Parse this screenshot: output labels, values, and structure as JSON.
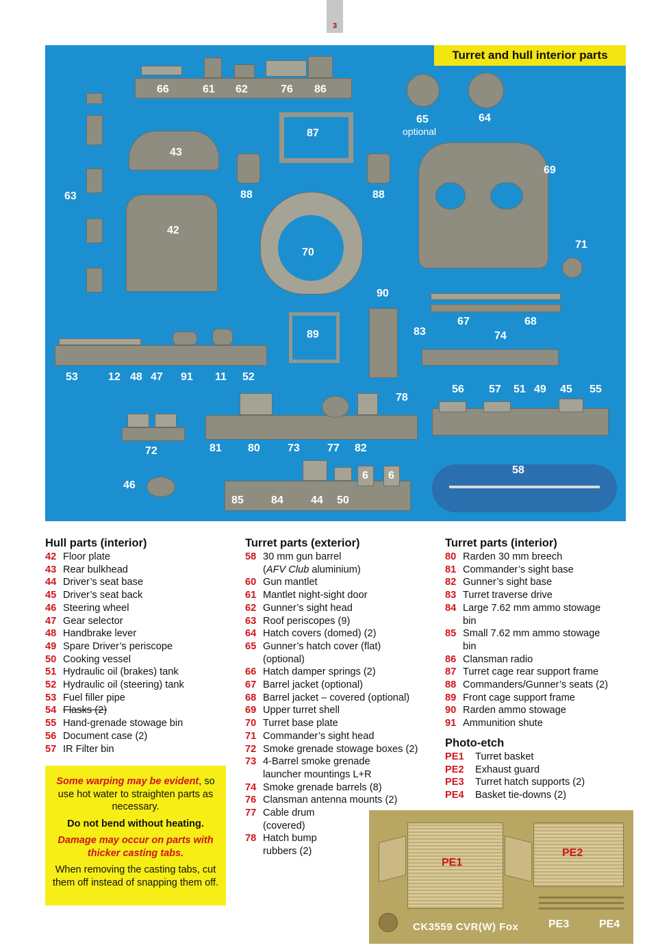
{
  "page_number": "3",
  "photo": {
    "badge": "Turret and hull interior parts",
    "labels": {
      "l66": "66",
      "l61": "61",
      "l62": "62",
      "l76": "76",
      "l86": "86",
      "l65": "65",
      "l65opt": "optional",
      "l64": "64",
      "l43": "43",
      "l87": "87",
      "l69": "69",
      "l63": "63",
      "l88a": "88",
      "l88b": "88",
      "l42": "42",
      "l70": "70",
      "l71": "71",
      "l90": "90",
      "l67": "67",
      "l68": "68",
      "l89": "89",
      "l83": "83",
      "l74": "74",
      "l53": "53",
      "l12": "12",
      "l48": "48",
      "l47": "47",
      "l91": "91",
      "l11": "11",
      "l52": "52",
      "l78": "78",
      "l56": "56",
      "l57": "57",
      "l51": "51",
      "l49": "49",
      "l45": "45",
      "l55": "55",
      "l72": "72",
      "l81": "81",
      "l80": "80",
      "l73": "73",
      "l77": "77",
      "l82": "82",
      "l58": "58",
      "l46": "46",
      "l6a": "6",
      "l6b": "6",
      "l85": "85",
      "l84": "84",
      "l44": "44",
      "l50": "50"
    }
  },
  "hull": {
    "title": "Hull parts (interior)",
    "items": [
      {
        "num": "42",
        "text": "Floor plate"
      },
      {
        "num": "43",
        "text": "Rear bulkhead"
      },
      {
        "num": "44",
        "text": "Driver’s seat base"
      },
      {
        "num": "45",
        "text": "Driver’s seat back"
      },
      {
        "num": "46",
        "text": "Steering wheel"
      },
      {
        "num": "47",
        "text": "Gear selector"
      },
      {
        "num": "48",
        "text": "Handbrake lever"
      },
      {
        "num": "49",
        "text": "Spare Driver’s periscope"
      },
      {
        "num": "50",
        "text": "Cooking vessel"
      },
      {
        "num": "51",
        "text": "Hydraulic oil (brakes) tank"
      },
      {
        "num": "52",
        "text": "Hydraulic oil (steering) tank"
      },
      {
        "num": "53",
        "text": "Fuel filler pipe"
      },
      {
        "num": "54",
        "text": "Flasks (2)"
      },
      {
        "num": "55",
        "text": "Hand-grenade stowage bin"
      },
      {
        "num": "56",
        "text": "Document case (2)"
      },
      {
        "num": "57",
        "text": "IR Filter bin"
      }
    ]
  },
  "turret_ext": {
    "title": "Turret parts (exterior)",
    "items": [
      {
        "num": "58",
        "text": "30 mm gun barrel"
      },
      {
        "num": "",
        "text": "(AFV Club aluminium)"
      },
      {
        "num": "60",
        "text": "Gun mantlet"
      },
      {
        "num": "61",
        "text": "Mantlet night-sight door"
      },
      {
        "num": "62",
        "text": "Gunner’s sight head"
      },
      {
        "num": "63",
        "text": "Roof periscopes (9)"
      },
      {
        "num": "64",
        "text": "Hatch covers (domed) (2)"
      },
      {
        "num": "65",
        "text": "Gunner’s hatch cover (flat)"
      },
      {
        "num": "",
        "text": "(optional)"
      },
      {
        "num": "66",
        "text": "Hatch damper springs (2)"
      },
      {
        "num": "67",
        "text": "Barrel jacket (optional)"
      },
      {
        "num": "68",
        "text": "Barrel jacket – covered (optional)"
      },
      {
        "num": "69",
        "text": "Upper turret shell"
      },
      {
        "num": "70",
        "text": "Turret base plate"
      },
      {
        "num": "71",
        "text": "Commander’s sight head"
      },
      {
        "num": "72",
        "text": "Smoke grenade stowage boxes (2)"
      },
      {
        "num": "73",
        "text": "4-Barrel smoke grenade"
      },
      {
        "num": "",
        "text": "launcher mountings L+R"
      },
      {
        "num": "74",
        "text": "Smoke grenade barrels (8)"
      },
      {
        "num": "76",
        "text": "Clansman antenna mounts (2)"
      },
      {
        "num": "77",
        "text": "Cable drum"
      },
      {
        "num": "",
        "text": "(covered)"
      },
      {
        "num": "78",
        "text": "Hatch bump"
      },
      {
        "num": "",
        "text": "rubbers (2)"
      }
    ]
  },
  "turret_int": {
    "title": "Turret parts (interior)",
    "items": [
      {
        "num": "80",
        "text": "Rarden 30 mm breech"
      },
      {
        "num": "81",
        "text": "Commander’s sight base"
      },
      {
        "num": "82",
        "text": "Gunner’s sight base"
      },
      {
        "num": "83",
        "text": "Turret traverse drive"
      },
      {
        "num": "84",
        "text": "Large 7.62 mm ammo stowage"
      },
      {
        "num": "",
        "text": "bin"
      },
      {
        "num": "85",
        "text": "Small 7.62 mm ammo stowage"
      },
      {
        "num": "",
        "text": "bin"
      },
      {
        "num": "86",
        "text": "Clansman radio"
      },
      {
        "num": "87",
        "text": "Turret cage rear support frame"
      },
      {
        "num": "88",
        "text": "Commanders/Gunner’s seats (2)"
      },
      {
        "num": "89",
        "text": "Front cage support frame"
      },
      {
        "num": "90",
        "text": "Rarden ammo stowage"
      },
      {
        "num": "91",
        "text": "Ammunition shute"
      }
    ]
  },
  "photo_etch": {
    "title": "Photo-etch",
    "items": [
      {
        "num": "PE1",
        "text": "Turret basket"
      },
      {
        "num": "PE2",
        "text": "Exhaust guard"
      },
      {
        "num": "PE3",
        "text": "Turret hatch supports (2)"
      },
      {
        "num": "PE4",
        "text": "Basket tie-downs (2)"
      }
    ]
  },
  "warning": {
    "line1_red": "Some warping may be evident",
    "line1_rest": ", so use hot water to straighten parts as necessary.",
    "line2_bold": "Do not bend without heating.",
    "line3_red": "Damage may occur on parts with thicker casting tabs.",
    "line4": "When removing the casting tabs, cut them off instead of snapping them off."
  },
  "pe_fret": {
    "pe1": "PE1",
    "pe2": "PE2",
    "pe3": "PE3",
    "pe4": "PE4",
    "kit": "CK3559 CVR(W) Fox"
  },
  "colors": {
    "photo_bg": "#1c8fd0",
    "badge": "#f2e511",
    "part_number": "#d0151a",
    "warning_bg": "#f6ee16",
    "brass": "#b8a663"
  }
}
